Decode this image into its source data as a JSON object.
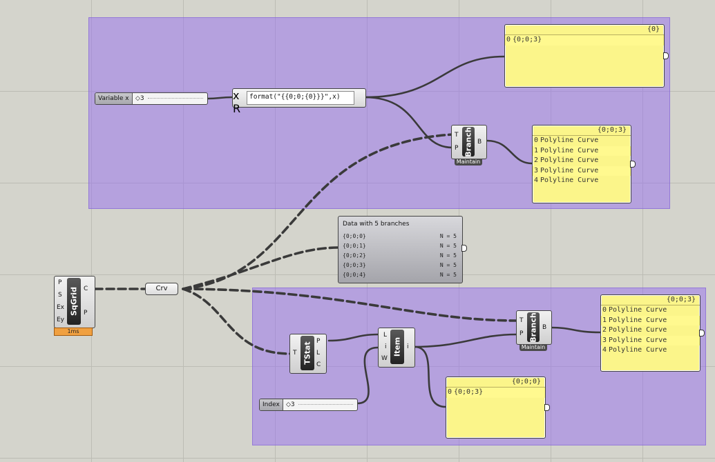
{
  "canvas": {
    "background": "#d4d4cc",
    "group_color": "#9a78f0"
  },
  "slider_variable": {
    "name": "Variable x",
    "value": "3"
  },
  "slider_index": {
    "name": "Index",
    "value": "3"
  },
  "expression": {
    "input": "x",
    "formula": "format(\"{{0;0;{0}}}\",x)",
    "output": "R"
  },
  "panel_top": {
    "header": "{0}",
    "rows": [
      {
        "i": "0",
        "v": "{0;0;3}"
      }
    ]
  },
  "branch_top": {
    "name": "Branch",
    "in": [
      "T",
      "P"
    ],
    "out": "B",
    "tag": "Maintain"
  },
  "panel_branch_top": {
    "header": "{0;0;3}",
    "rows": [
      {
        "i": "0",
        "v": "Polyline Curve"
      },
      {
        "i": "1",
        "v": "Polyline Curve"
      },
      {
        "i": "2",
        "v": "Polyline Curve"
      },
      {
        "i": "3",
        "v": "Polyline Curve"
      },
      {
        "i": "4",
        "v": "Polyline Curve"
      }
    ]
  },
  "data_viewer": {
    "title": "Data with 5 branches",
    "rows": [
      {
        "path": "{0;0;0}",
        "count": "N = 5"
      },
      {
        "path": "{0;0;1}",
        "count": "N = 5"
      },
      {
        "path": "{0;0;2}",
        "count": "N = 5"
      },
      {
        "path": "{0;0;3}",
        "count": "N = 5"
      },
      {
        "path": "{0;0;4}",
        "count": "N = 5"
      }
    ]
  },
  "sqgrid": {
    "name": "SqGrid",
    "in": [
      "P",
      "S",
      "Ex",
      "Ey"
    ],
    "out": [
      "C",
      "P"
    ],
    "timer": "1ms"
  },
  "crv_param": {
    "label": "Crv"
  },
  "tstat": {
    "name": "TStat",
    "in": [
      "T"
    ],
    "out": [
      "P",
      "L",
      "C"
    ]
  },
  "list_item": {
    "name": "Item",
    "in": [
      "L",
      "i",
      "W"
    ],
    "out": [
      "i"
    ]
  },
  "branch_bottom": {
    "name": "Branch",
    "in": [
      "T",
      "P"
    ],
    "out": "B",
    "tag": "Maintain"
  },
  "panel_branch_bottom": {
    "header": "{0;0;3}",
    "rows": [
      {
        "i": "0",
        "v": "Polyline Curve"
      },
      {
        "i": "1",
        "v": "Polyline Curve"
      },
      {
        "i": "2",
        "v": "Polyline Curve"
      },
      {
        "i": "3",
        "v": "Polyline Curve"
      },
      {
        "i": "4",
        "v": "Polyline Curve"
      }
    ]
  },
  "panel_bottom": {
    "header": "{0;0;0}",
    "rows": [
      {
        "i": "0",
        "v": "{0;0;3}"
      }
    ]
  }
}
